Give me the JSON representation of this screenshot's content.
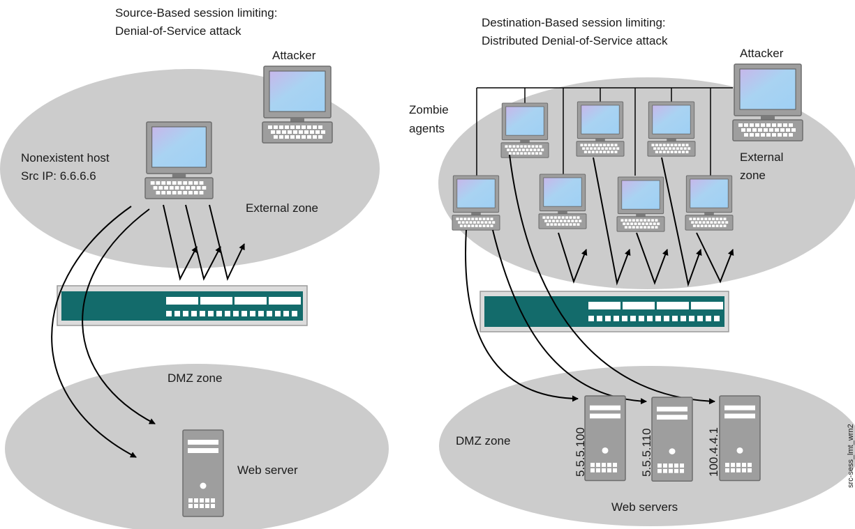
{
  "left": {
    "title_line1": "Source-Based session limiting:",
    "title_line2": "Denial-of-Service attack",
    "attacker_label": "Attacker",
    "host_label_line1": "Nonexistent host",
    "host_label_line2": "Src IP: 6.6.6.6",
    "external_zone_label": "External zone",
    "dmz_zone_label": "DMZ zone",
    "server_label": "Web server"
  },
  "right": {
    "title_line1": "Destination-Based session limiting:",
    "title_line2": "Distributed Denial-of-Service attack",
    "attacker_label": "Attacker",
    "zombie_label_line1": "Zombie",
    "zombie_label_line2": "agents",
    "external_zone_line1": "External",
    "external_zone_line2": "zone",
    "dmz_zone_label": "DMZ zone",
    "servers_label": "Web servers",
    "server_ips": [
      "5.5.5.100",
      "5.5.5.110",
      "100.4.4.1"
    ]
  },
  "figure_id": "src-sess_lmt_wrn2",
  "colors": {
    "zone": "#cccccc",
    "firewall": "#136b6b",
    "screen": "#a9d3f2",
    "device": "#9e9e9e"
  },
  "icons": [
    "computer-icon",
    "firewall-icon",
    "server-icon"
  ]
}
